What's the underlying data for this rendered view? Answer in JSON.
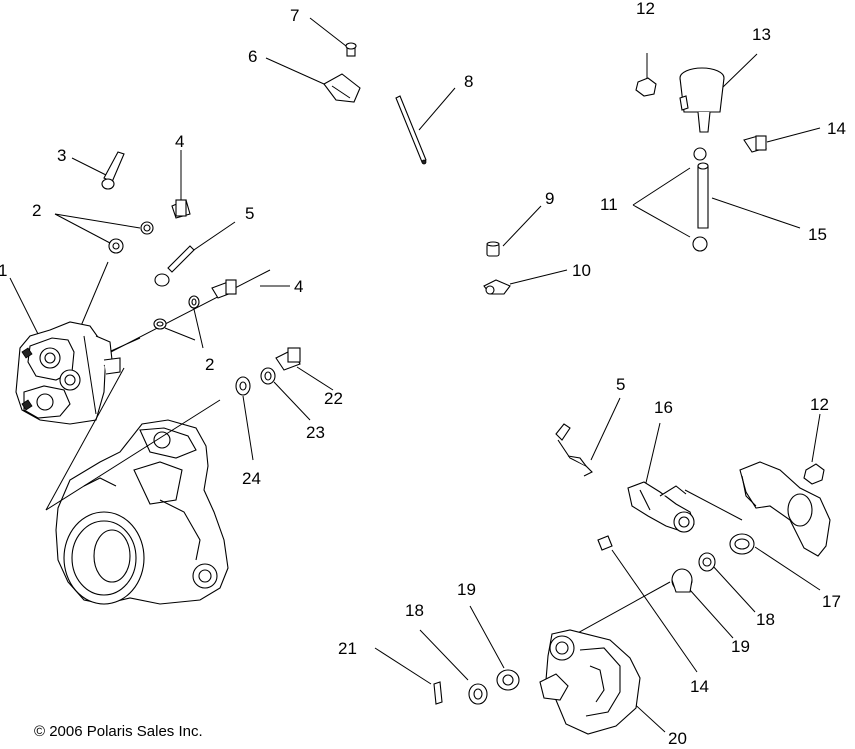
{
  "callouts": {
    "c1": "1",
    "c2a": "2",
    "c2b": "2",
    "c3": "3",
    "c4a": "4",
    "c4b": "4",
    "c5a": "5",
    "c5b": "5",
    "c6": "6",
    "c7": "7",
    "c8": "8",
    "c9": "9",
    "c10": "10",
    "c11": "11",
    "c12a": "12",
    "c12b": "12",
    "c13": "13",
    "c14a": "14",
    "c14b": "14",
    "c15": "15",
    "c16": "16",
    "c17": "17",
    "c18a": "18",
    "c18b": "18",
    "c19a": "19",
    "c19b": "19",
    "c20": "20",
    "c21": "21",
    "c22": "22",
    "c23": "23",
    "c24": "24"
  },
  "copyright": "© 2006 Polaris Sales Inc."
}
